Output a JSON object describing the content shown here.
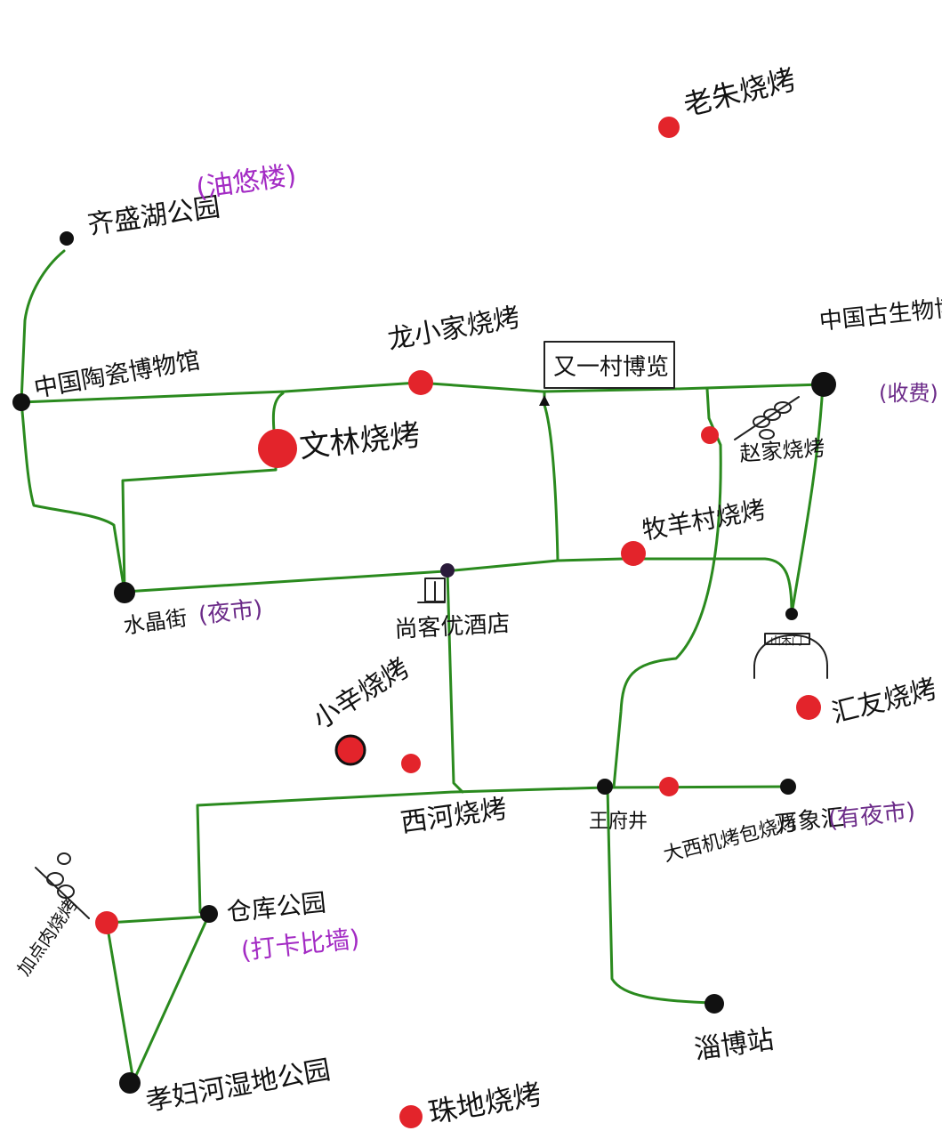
{
  "colors": {
    "route": "#2a8a1e",
    "bbq_marker": "#e3242b",
    "landmark_marker": "#111111",
    "note_purple": "#a32bc4",
    "note_dark_purple": "#6b2a88"
  },
  "places": {
    "qisheng_park": "齐盛湖公园",
    "qisheng_note": "(油悠楼)",
    "ceramics_museum": "中国陶瓷博物馆",
    "crystal_street": "水晶街",
    "crystal_note": "(夜市)",
    "jiucun_expo": "又一村博览",
    "geology_museum": "中国古生物博物馆",
    "geology_note": "(收费)",
    "shanglai_hotel": "尚客优酒店",
    "shanmu_gate": "山木门",
    "wangfujing": "王府井",
    "yuanquan": "万象汇",
    "yuanquan_note": "(有夜市)",
    "cangku_park": "仓库公园",
    "cangku_note": "(打卡比墙)",
    "wetland_park": "孝妇河湿地公园",
    "zibo_station": "淄博站"
  },
  "bbq": {
    "laozhu": "老朱烧烤",
    "longxiao": "龙小家烧烤",
    "wenlin": "文林烧烤",
    "zhaojia": "赵家烧烤",
    "muyangcun": "牧羊村烧烤",
    "huiyou": "汇友烧烤",
    "xiaoxin": "小辛烧烤",
    "xihu": "西河烧烤",
    "dagangzhuan": "大西机烤包烧烤",
    "jiarou": "加点肉烧烤",
    "zhudi": "珠地烧烤"
  }
}
